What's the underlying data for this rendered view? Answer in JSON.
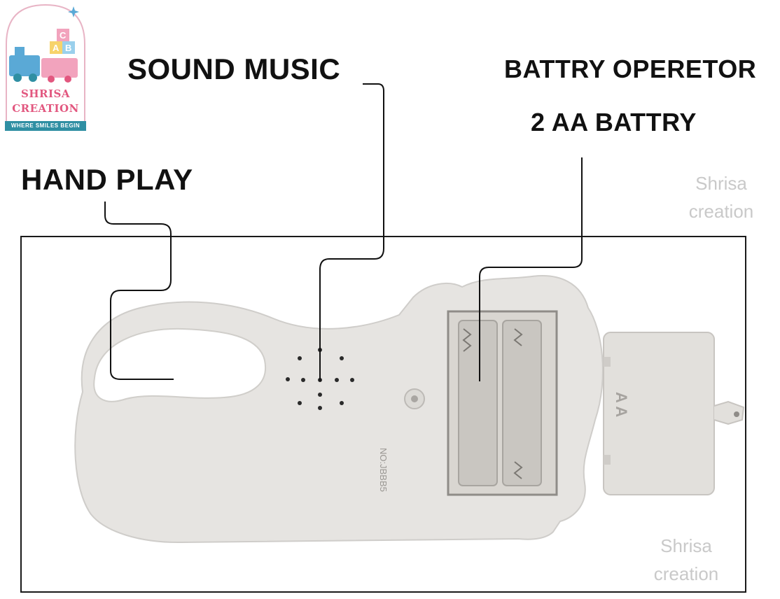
{
  "logo": {
    "brand_line1": "SHRISA",
    "brand_line2": "CREATION",
    "tagline": "WHERE SMILES BEGIN",
    "block_letters": [
      "A",
      "B",
      "C"
    ],
    "colors": {
      "pink": "#e2577f",
      "teal": "#2f8fa3",
      "blue": "#5aa9d6"
    }
  },
  "callouts": {
    "sound_music": "SOUND MUSIC",
    "battery_operator": "BATTRY OPERETOR",
    "battery_spec": "2 AA BATTRY",
    "hand_play": "HAND  PLAY"
  },
  "watermarks": {
    "top_line1": "Shrisa",
    "top_line2": "creation",
    "bottom_line1": "Shrisa",
    "bottom_line2": "creation"
  },
  "product": {
    "description_icon": "toy-back-panel",
    "embossed_text": "NO:JBBB5",
    "battery_cover_mark": "A A"
  }
}
